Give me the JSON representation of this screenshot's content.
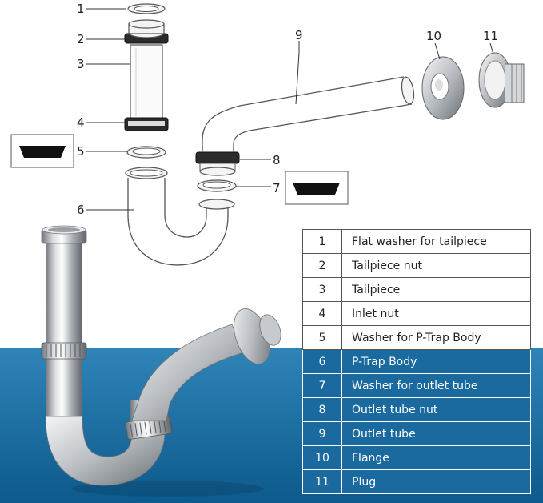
{
  "colors": {
    "band_top": "#2f84b8",
    "band_bottom": "#0d5a8c",
    "steel_light": "#eef0f2",
    "steel_dark": "#7d838a",
    "table_dark_row": "#1a6aa0"
  },
  "callouts": [
    "1",
    "2",
    "3",
    "4",
    "5",
    "6",
    "7",
    "8",
    "9",
    "10",
    "11"
  ],
  "parts": [
    {
      "num": "1",
      "name": "Flat washer for tailpiece"
    },
    {
      "num": "2",
      "name": "Tailpiece nut"
    },
    {
      "num": "3",
      "name": "Tailpiece"
    },
    {
      "num": "4",
      "name": "Inlet nut"
    },
    {
      "num": "5",
      "name": "Washer for P-Trap Body"
    },
    {
      "num": "6",
      "name": "P-Trap Body"
    },
    {
      "num": "7",
      "name": "Washer for outlet tube"
    },
    {
      "num": "8",
      "name": "Outlet tube nut"
    },
    {
      "num": "9",
      "name": "Outlet tube"
    },
    {
      "num": "10",
      "name": "Flange"
    },
    {
      "num": "11",
      "name": "Plug"
    }
  ]
}
